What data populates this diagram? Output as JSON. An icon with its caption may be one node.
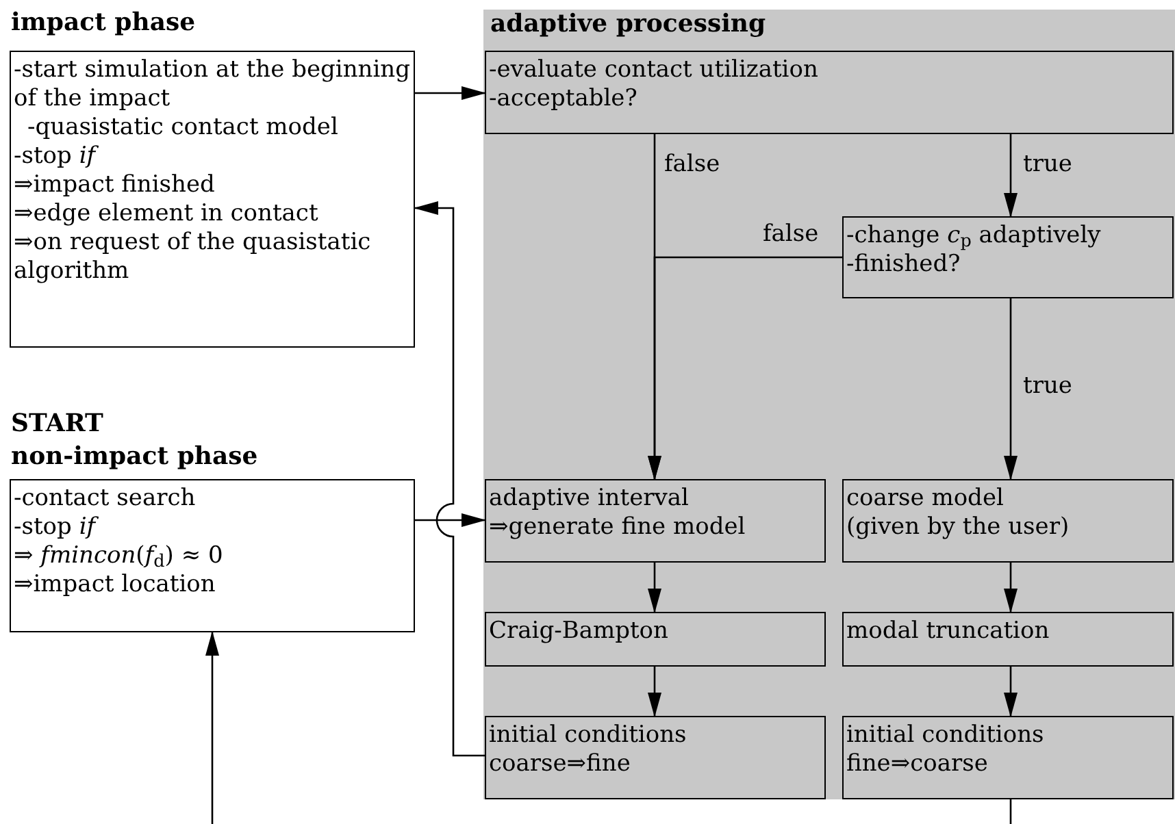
{
  "diagram": {
    "nodes": [
      {
        "text": [
          "impact phase",
          "-start simulation at the beginning of the impact",
          "-quasistatic contact model",
          "-stop *if*",
          "⇒impact finished",
          "⇒edge element in contact",
          "⇒on request of the quasistatic algorithm"
        ]
      },
      {
        "text": [
          "START",
          "non-impact phase",
          "-contact search",
          "-stop *if*",
          "⇒ *fmincon*(*f*$_{d}$) ≈ 0",
          "⇒impact location"
        ]
      },
      {
        "text": [
          "adaptive processing"
        ]
      },
      {
        "text": [
          "-evaluate contact utilization",
          "-acceptable?"
        ],
        "in": 2
      },
      {
        "text": [
          "-change *c*$_{p}$ adaptively",
          "-finished?"
        ],
        "in": 2
      },
      {
        "text": [
          "adaptive interval",
          "⇒generate fine model"
        ],
        "in": 2
      },
      {
        "text": [
          "coarse model",
          "(given by the user)"
        ],
        "in": 2
      },
      {
        "text": [
          "Craig-Bampton"
        ],
        "in": 2
      },
      {
        "text": [
          "modal truncation"
        ],
        "in": 2
      },
      {
        "text": [
          "initial conditions",
          "coarse⇒fine"
        ],
        "in": 2
      },
      {
        "text": [
          "initial conditions",
          "fine⇒coarse"
        ],
        "in": 2
      }
    ],
    "edges": [
      {
        "from": 0,
        "to": 3,
        "arrow": "to"
      },
      {
        "from": 3,
        "to": 5,
        "arrow": "to",
        "label": "false"
      },
      {
        "from": 3,
        "to": 4,
        "arrow": "to",
        "label": "true"
      },
      {
        "from": 4,
        "to": 5,
        "arrow": "to",
        "label": "false"
      },
      {
        "from": 4,
        "to": 6,
        "arrow": "to",
        "label": "true"
      },
      {
        "from": 5,
        "to": 7,
        "arrow": "to"
      },
      {
        "from": 6,
        "to": 8,
        "arrow": "to"
      },
      {
        "from": 7,
        "to": 9,
        "arrow": "to"
      },
      {
        "from": 8,
        "to": 10,
        "arrow": "to"
      },
      {
        "from": 1,
        "to": 5,
        "arrow": "to"
      },
      {
        "from": 9,
        "to": 0,
        "arrow": "to"
      },
      {
        "from": null,
        "to": 1,
        "arrow": "to"
      },
      {
        "from": 10,
        "to": null,
        "arrow": "none"
      }
    ]
  }
}
